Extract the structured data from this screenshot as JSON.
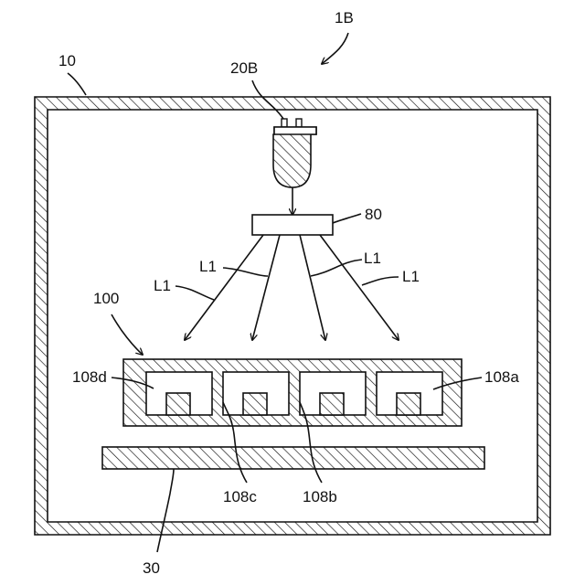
{
  "labels": {
    "device": "1B",
    "chamber": "10",
    "lamp": "20B",
    "diffuser": "80",
    "ray_left_outer": "L1",
    "ray_left_inner": "L1",
    "ray_right_inner": "L1",
    "ray_right_outer": "L1",
    "tray": "100",
    "slot_d": "108d",
    "slot_c": "108c",
    "slot_b": "108b",
    "slot_a": "108a",
    "stage": "30"
  }
}
